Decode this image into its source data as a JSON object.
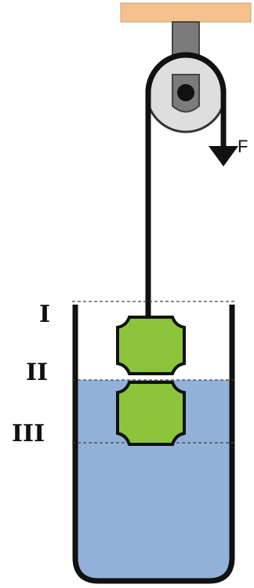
{
  "force_label": "F",
  "levels": [
    {
      "label": "I"
    },
    {
      "label": "II"
    },
    {
      "label": "III"
    }
  ],
  "colors": {
    "ceiling": "#f4c08c",
    "bracket": "#7b7b7b",
    "pulley": "#dedede",
    "water": "#92b1d8",
    "block": "#8cc43b",
    "rope": "#111111"
  }
}
